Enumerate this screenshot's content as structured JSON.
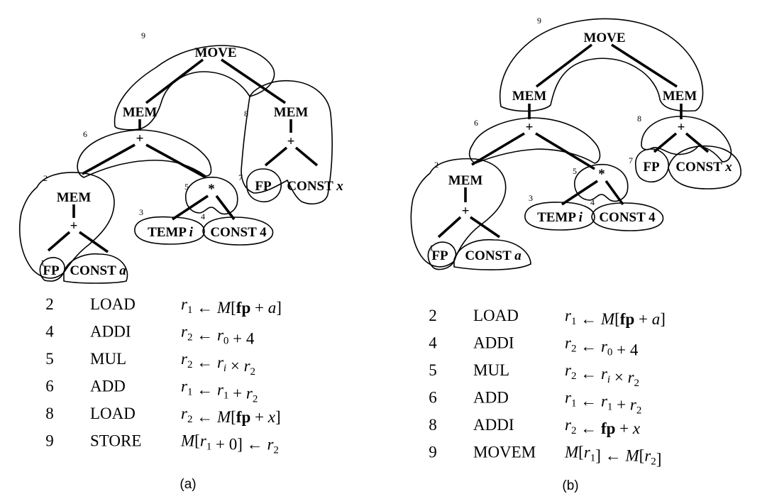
{
  "panels": [
    {
      "id": "a",
      "caption": "(a)",
      "nodes": [
        {
          "id": "move",
          "label": "MOVE"
        },
        {
          "id": "mem_l",
          "label": "MEM"
        },
        {
          "id": "mem_r",
          "label": "MEM"
        },
        {
          "id": "plus_top",
          "label": "+"
        },
        {
          "id": "mem_2",
          "label": "MEM"
        },
        {
          "id": "times",
          "label": "*"
        },
        {
          "id": "plus_2",
          "label": "+"
        },
        {
          "id": "temp_i",
          "label": "TEMP",
          "var": "i"
        },
        {
          "id": "const_4",
          "label": "CONST 4"
        },
        {
          "id": "fp_1",
          "label": "FP"
        },
        {
          "id": "const_a",
          "label": "CONST",
          "var": "a"
        },
        {
          "id": "plus_8",
          "label": "+"
        },
        {
          "id": "fp_7",
          "label": "FP"
        },
        {
          "id": "const_x",
          "label": "CONST",
          "var": "x"
        }
      ],
      "tile_numbers": [
        "1",
        "2",
        "3",
        "4",
        "5",
        "6",
        "7",
        "8",
        "9"
      ],
      "instructions": [
        {
          "num": "2",
          "op": "LOAD",
          "expr": [
            [
              "r",
              ""
            ],
            [
              "1",
              "sub"
            ],
            [
              " ← ",
              ""
            ],
            [
              "M",
              "it"
            ],
            [
              "[",
              ""
            ],
            [
              "fp",
              "bf"
            ],
            [
              " + ",
              ""
            ],
            [
              "a",
              "it"
            ],
            [
              "]",
              ""
            ]
          ]
        },
        {
          "num": "4",
          "op": "ADDI",
          "expr": [
            [
              "r",
              "it"
            ],
            [
              "2",
              "sub"
            ],
            [
              " ← ",
              ""
            ],
            [
              "r",
              "it"
            ],
            [
              "0",
              "sub"
            ],
            [
              " + 4",
              ""
            ]
          ]
        },
        {
          "num": "5",
          "op": "MUL",
          "expr": [
            [
              "r",
              "it"
            ],
            [
              "2",
              "sub"
            ],
            [
              " ← ",
              ""
            ],
            [
              "r",
              "it"
            ],
            [
              "i",
              "subit"
            ],
            [
              " × ",
              ""
            ],
            [
              "r",
              "it"
            ],
            [
              "2",
              "sub"
            ]
          ]
        },
        {
          "num": "6",
          "op": "ADD",
          "expr": [
            [
              "r",
              "it"
            ],
            [
              "1",
              "sub"
            ],
            [
              " ← ",
              ""
            ],
            [
              "r",
              "it"
            ],
            [
              "1",
              "sub"
            ],
            [
              " + ",
              ""
            ],
            [
              "r",
              "it"
            ],
            [
              "2",
              "sub"
            ]
          ]
        },
        {
          "num": "8",
          "op": "LOAD",
          "expr": [
            [
              "r",
              "it"
            ],
            [
              "2",
              "sub"
            ],
            [
              " ← ",
              ""
            ],
            [
              "M",
              "it"
            ],
            [
              "[",
              ""
            ],
            [
              "fp",
              "bf"
            ],
            [
              " + ",
              ""
            ],
            [
              "x",
              "it"
            ],
            [
              "]",
              ""
            ]
          ]
        },
        {
          "num": "9",
          "op": "STORE",
          "expr": [
            [
              "M",
              "it"
            ],
            [
              "[",
              ""
            ],
            [
              "r",
              "it"
            ],
            [
              "1",
              "sub"
            ],
            [
              " + 0] ← ",
              ""
            ],
            [
              "r",
              "it"
            ],
            [
              "2",
              "sub"
            ]
          ]
        }
      ]
    },
    {
      "id": "b",
      "caption": "(b)",
      "nodes": [
        {
          "id": "move",
          "label": "MOVE"
        },
        {
          "id": "mem_l",
          "label": "MEM"
        },
        {
          "id": "mem_r",
          "label": "MEM"
        },
        {
          "id": "plus_top",
          "label": "+"
        },
        {
          "id": "mem_2",
          "label": "MEM"
        },
        {
          "id": "times",
          "label": "*"
        },
        {
          "id": "plus_2",
          "label": "+"
        },
        {
          "id": "temp_i",
          "label": "TEMP",
          "var": "i"
        },
        {
          "id": "const_4",
          "label": "CONST 4"
        },
        {
          "id": "fp_1",
          "label": "FP"
        },
        {
          "id": "const_a",
          "label": "CONST",
          "var": "a"
        },
        {
          "id": "plus_8",
          "label": "+"
        },
        {
          "id": "fp_7",
          "label": "FP"
        },
        {
          "id": "const_x",
          "label": "CONST",
          "var": "x"
        }
      ],
      "tile_numbers": [
        "1",
        "2",
        "3",
        "4",
        "5",
        "6",
        "7",
        "8",
        "9"
      ],
      "instructions": [
        {
          "num": "2",
          "op": "LOAD",
          "expr": [
            [
              "r",
              "it"
            ],
            [
              "1",
              "sub"
            ],
            [
              " ← ",
              ""
            ],
            [
              "M",
              "it"
            ],
            [
              "[",
              ""
            ],
            [
              "fp",
              "bf"
            ],
            [
              " + ",
              ""
            ],
            [
              "a",
              "it"
            ],
            [
              "]",
              ""
            ]
          ]
        },
        {
          "num": "4",
          "op": "ADDI",
          "expr": [
            [
              "r",
              "it"
            ],
            [
              "2",
              "sub"
            ],
            [
              " ← ",
              ""
            ],
            [
              "r",
              "it"
            ],
            [
              "0",
              "sub"
            ],
            [
              " + 4",
              ""
            ]
          ]
        },
        {
          "num": "5",
          "op": "MUL",
          "expr": [
            [
              "r",
              "it"
            ],
            [
              "2",
              "sub"
            ],
            [
              " ← ",
              ""
            ],
            [
              "r",
              "it"
            ],
            [
              "i",
              "subit"
            ],
            [
              " × ",
              ""
            ],
            [
              "r",
              "it"
            ],
            [
              "2",
              "sub"
            ]
          ]
        },
        {
          "num": "6",
          "op": "ADD",
          "expr": [
            [
              "r",
              "it"
            ],
            [
              "1",
              "sub"
            ],
            [
              " ← ",
              ""
            ],
            [
              "r",
              "it"
            ],
            [
              "1",
              "sub"
            ],
            [
              " + ",
              ""
            ],
            [
              "r",
              "it"
            ],
            [
              "2",
              "sub"
            ]
          ]
        },
        {
          "num": "8",
          "op": "ADDI",
          "expr": [
            [
              "r",
              "it"
            ],
            [
              "2",
              "sub"
            ],
            [
              " ← ",
              ""
            ],
            [
              "fp",
              "bf"
            ],
            [
              " + ",
              ""
            ],
            [
              "x",
              "it"
            ]
          ]
        },
        {
          "num": "9",
          "op": "MOVEM",
          "expr": [
            [
              "M",
              "it"
            ],
            [
              "[",
              ""
            ],
            [
              "r",
              "it"
            ],
            [
              "1",
              "sub"
            ],
            [
              "] ← ",
              ""
            ],
            [
              "M",
              "it"
            ],
            [
              "[",
              ""
            ],
            [
              "r",
              "it"
            ],
            [
              "2",
              "sub"
            ],
            [
              "]",
              ""
            ]
          ]
        }
      ]
    }
  ]
}
